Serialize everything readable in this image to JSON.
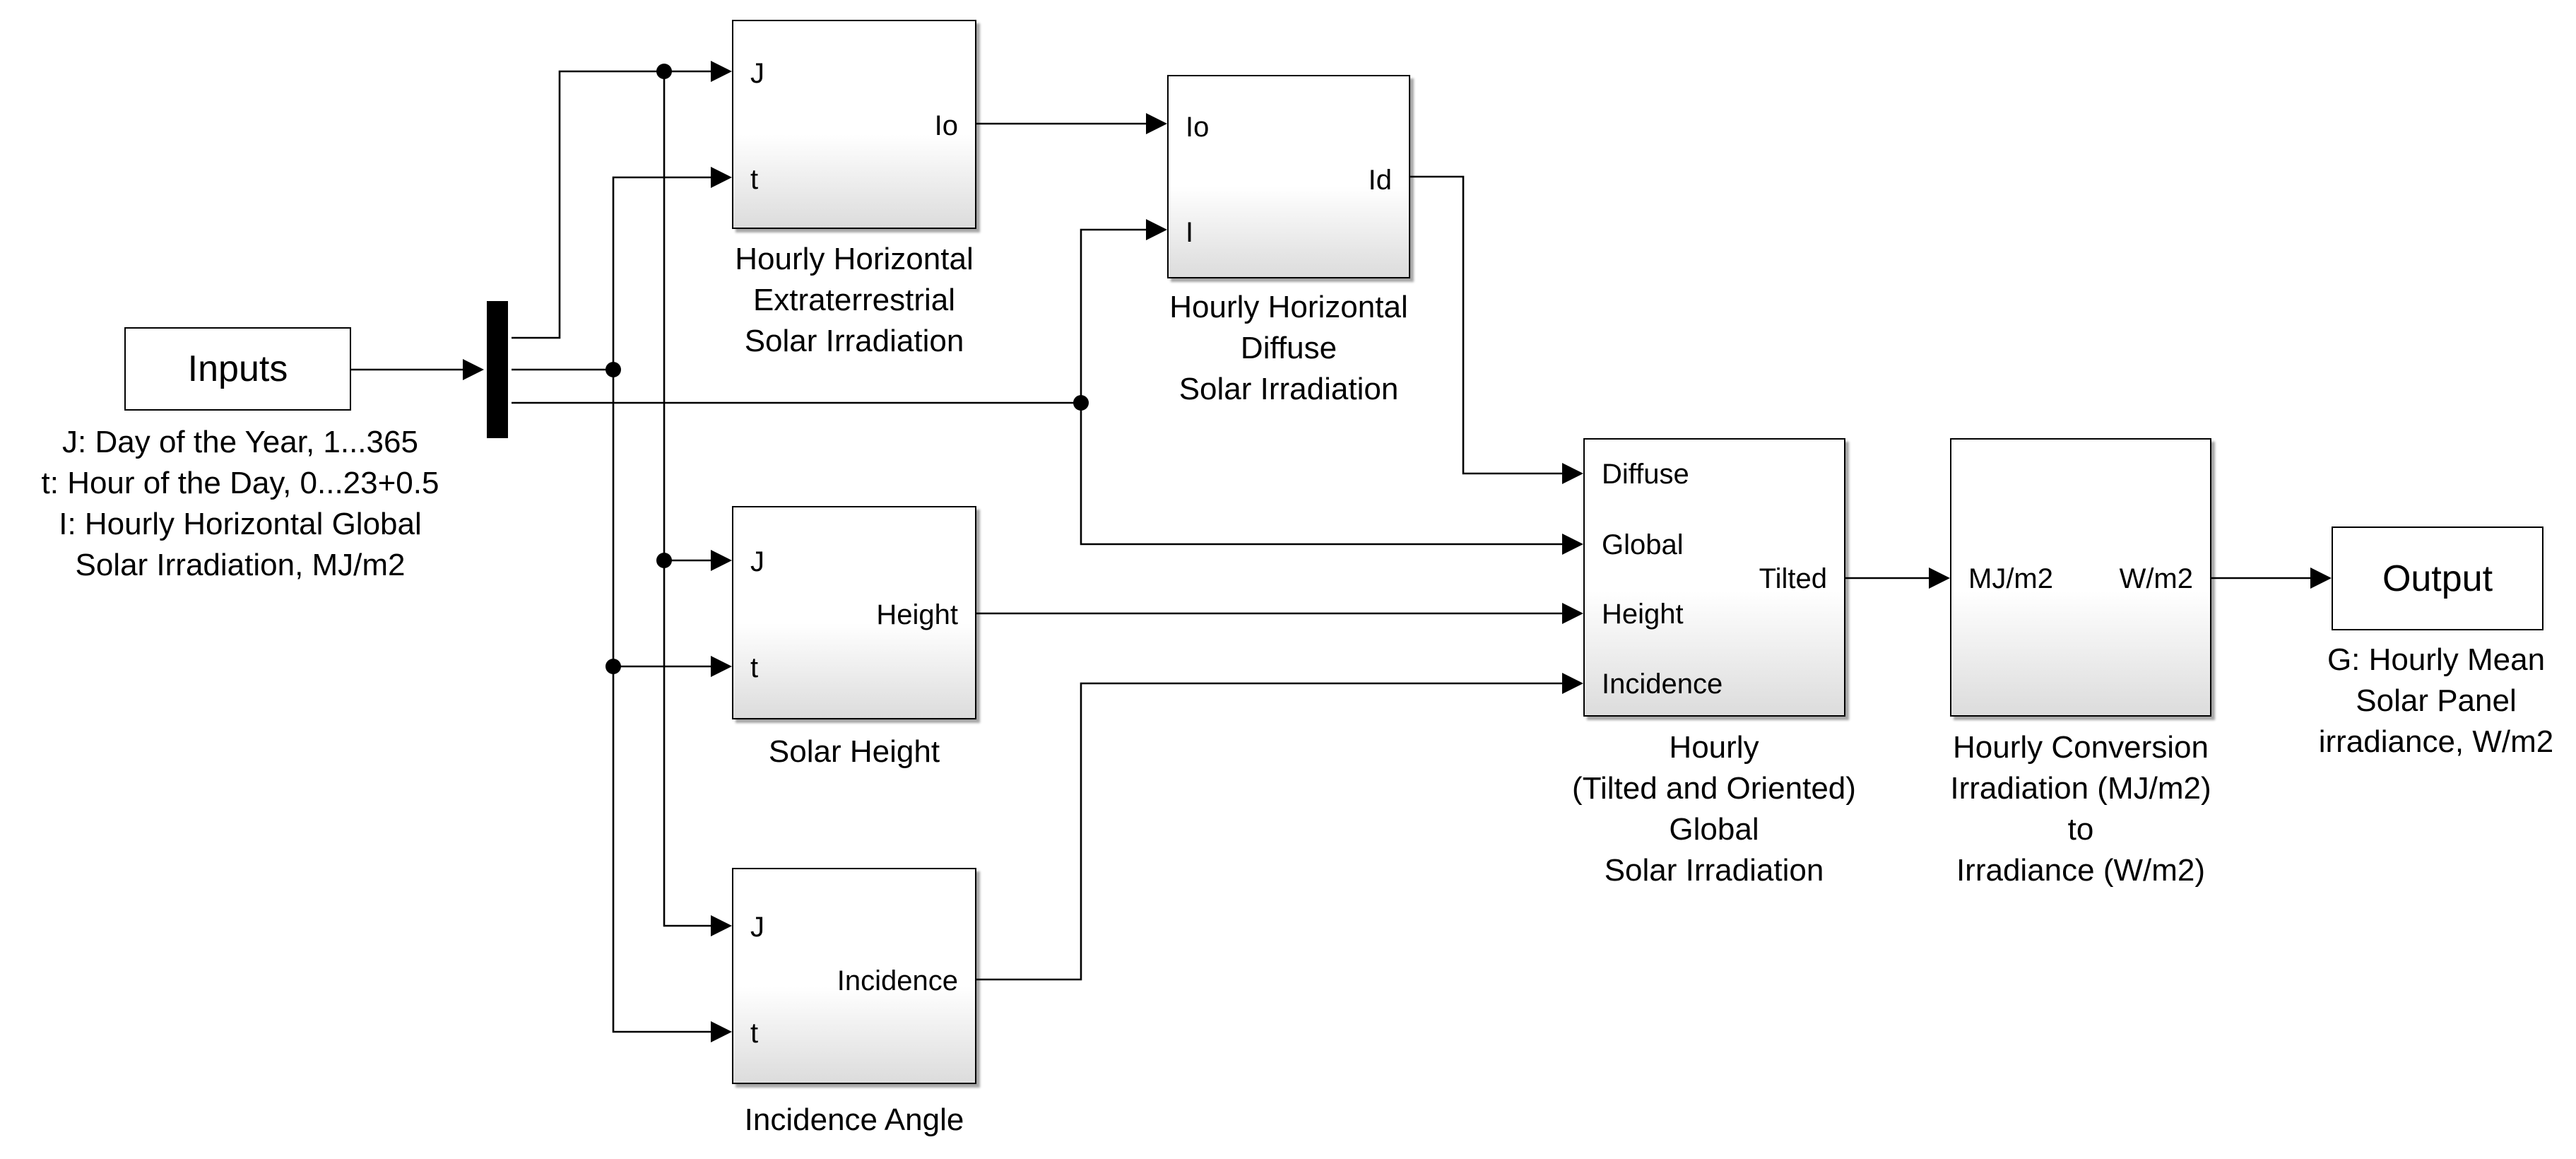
{
  "inputs_block": {
    "label": "Inputs"
  },
  "inputs_caption": [
    "J: Day of the Year, 1...365",
    "t: Hour of the Day, 0...23+0.5",
    "I: Hourly Horizontal Global",
    "Solar Irradiation, MJ/m2"
  ],
  "extraterrestrial": {
    "in_ports": [
      "J",
      "t"
    ],
    "out_port": "Io",
    "caption": [
      "Hourly Horizontal",
      "Extraterrestrial",
      "Solar Irradiation"
    ]
  },
  "diffuse": {
    "in_ports": [
      "Io",
      "I"
    ],
    "out_port": "Id",
    "caption": [
      "Hourly Horizontal",
      "Diffuse",
      "Solar Irradiation"
    ]
  },
  "solar_height": {
    "in_ports": [
      "J",
      "t"
    ],
    "out_port": "Height",
    "caption": [
      "Solar Height"
    ]
  },
  "incidence_angle": {
    "in_ports": [
      "J",
      "t"
    ],
    "out_port": "Incidence",
    "caption": [
      "Incidence Angle"
    ]
  },
  "tilted": {
    "in_ports": [
      "Diffuse",
      "Global",
      "Height",
      "Incidence"
    ],
    "out_port": "Tilted",
    "caption": [
      "Hourly",
      "(Tilted and Oriented)",
      "Global",
      "Solar Irradiation"
    ]
  },
  "conversion": {
    "in_ports": [
      "MJ/m2"
    ],
    "out_port": "W/m2",
    "caption": [
      "Hourly Conversion",
      "Irradiation (MJ/m2)",
      "to",
      "Irradiance (W/m2)"
    ]
  },
  "output_block": {
    "label": "Output"
  },
  "output_caption": [
    "G: Hourly Mean",
    "Solar Panel",
    "irradiance, W/m2"
  ]
}
